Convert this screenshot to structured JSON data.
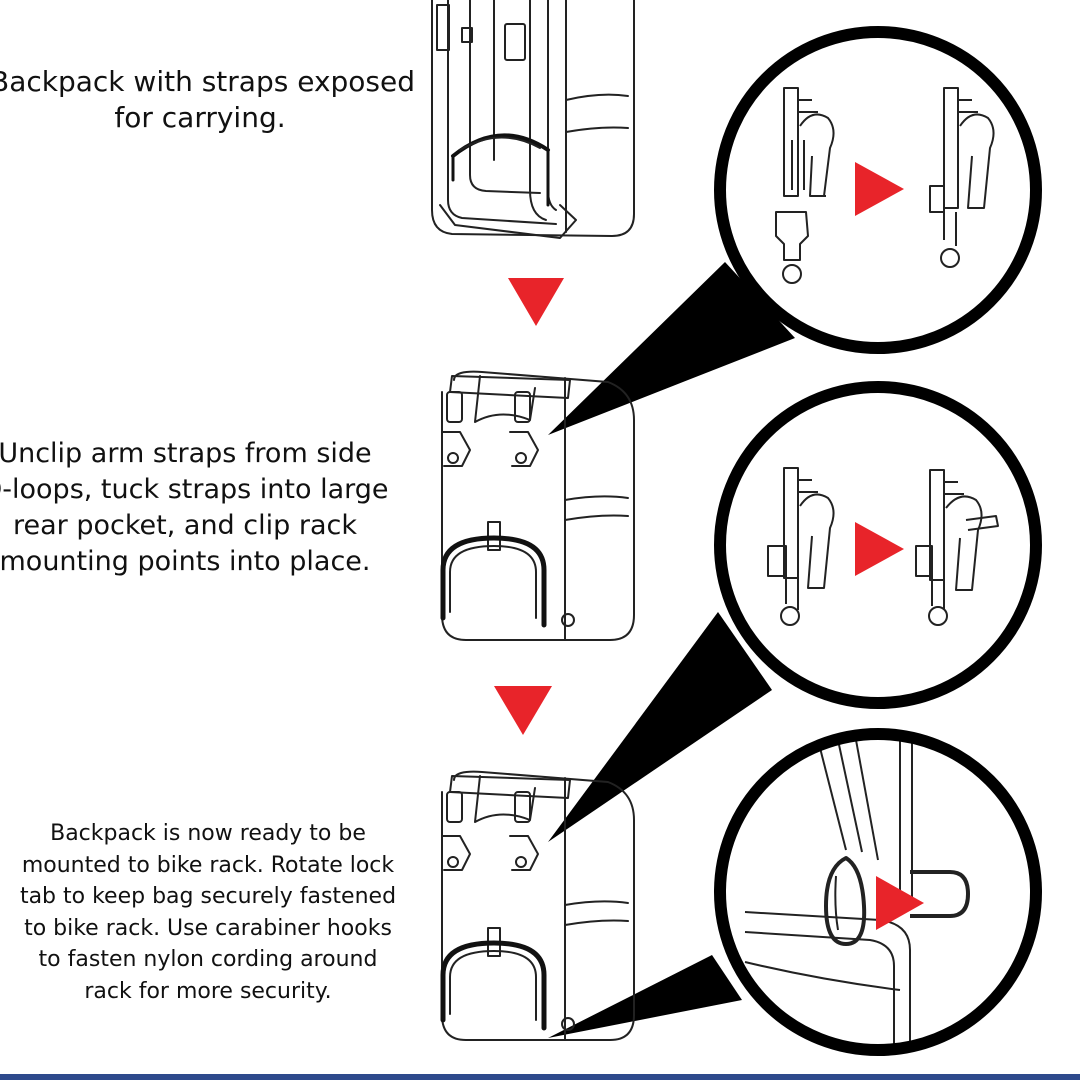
{
  "steps": [
    {
      "lines": [
        "Backpack with straps exposed",
        "for carrying."
      ]
    },
    {
      "lines": [
        "Unclip arm straps from side",
        "D-loops, tuck straps into large",
        "rear pocket, and clip rack",
        "mounting points into place."
      ]
    },
    {
      "lines": [
        "Backpack is now ready to be",
        "mounted to bike rack. Rotate lock",
        "tab to keep bag securely fastened",
        "to bike rack. Use carabiner hooks",
        "to fasten nylon cording around",
        "rack for more security."
      ]
    }
  ],
  "colors": {
    "arrow": "#e8242a",
    "outline": "#000000",
    "bottom_bar": "#2e4a8c"
  },
  "icons": [
    "backpack-illustration",
    "down-arrow-icon",
    "right-arrow-icon",
    "buckle-detail-icon",
    "carabiner-icon",
    "d-ring-icon"
  ]
}
